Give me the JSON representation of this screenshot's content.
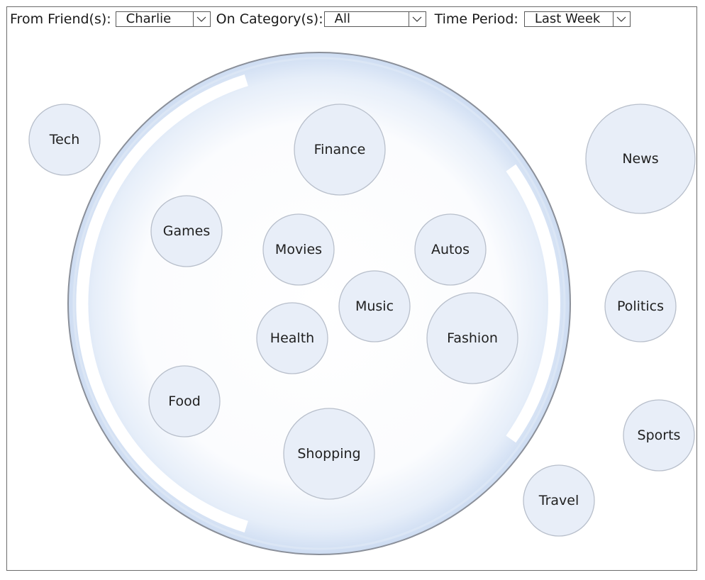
{
  "filters": {
    "friend": {
      "label": "From Friend(s):",
      "value": "Charlie"
    },
    "category": {
      "label": "On Category(s):",
      "value": "All"
    },
    "period": {
      "label": "Time Period:",
      "value": "Last Week"
    }
  },
  "colors": {
    "bubble_fill": "#e8eef8",
    "bubble_stroke": "#b8bfcb",
    "big_bubble_stroke": "#8a8f99",
    "big_bubble_tint": "#cddcf2"
  },
  "inner_bubbles": [
    {
      "name": "Finance",
      "size": "large"
    },
    {
      "name": "Games",
      "size": "medium"
    },
    {
      "name": "Movies",
      "size": "medium"
    },
    {
      "name": "Autos",
      "size": "medium"
    },
    {
      "name": "Music",
      "size": "medium"
    },
    {
      "name": "Health",
      "size": "medium"
    },
    {
      "name": "Fashion",
      "size": "large"
    },
    {
      "name": "Food",
      "size": "medium"
    },
    {
      "name": "Shopping",
      "size": "large"
    }
  ],
  "outer_bubbles": [
    {
      "name": "Tech",
      "size": "medium"
    },
    {
      "name": "News",
      "size": "xlarge"
    },
    {
      "name": "Politics",
      "size": "medium"
    },
    {
      "name": "Sports",
      "size": "medium"
    },
    {
      "name": "Travel",
      "size": "medium"
    }
  ]
}
